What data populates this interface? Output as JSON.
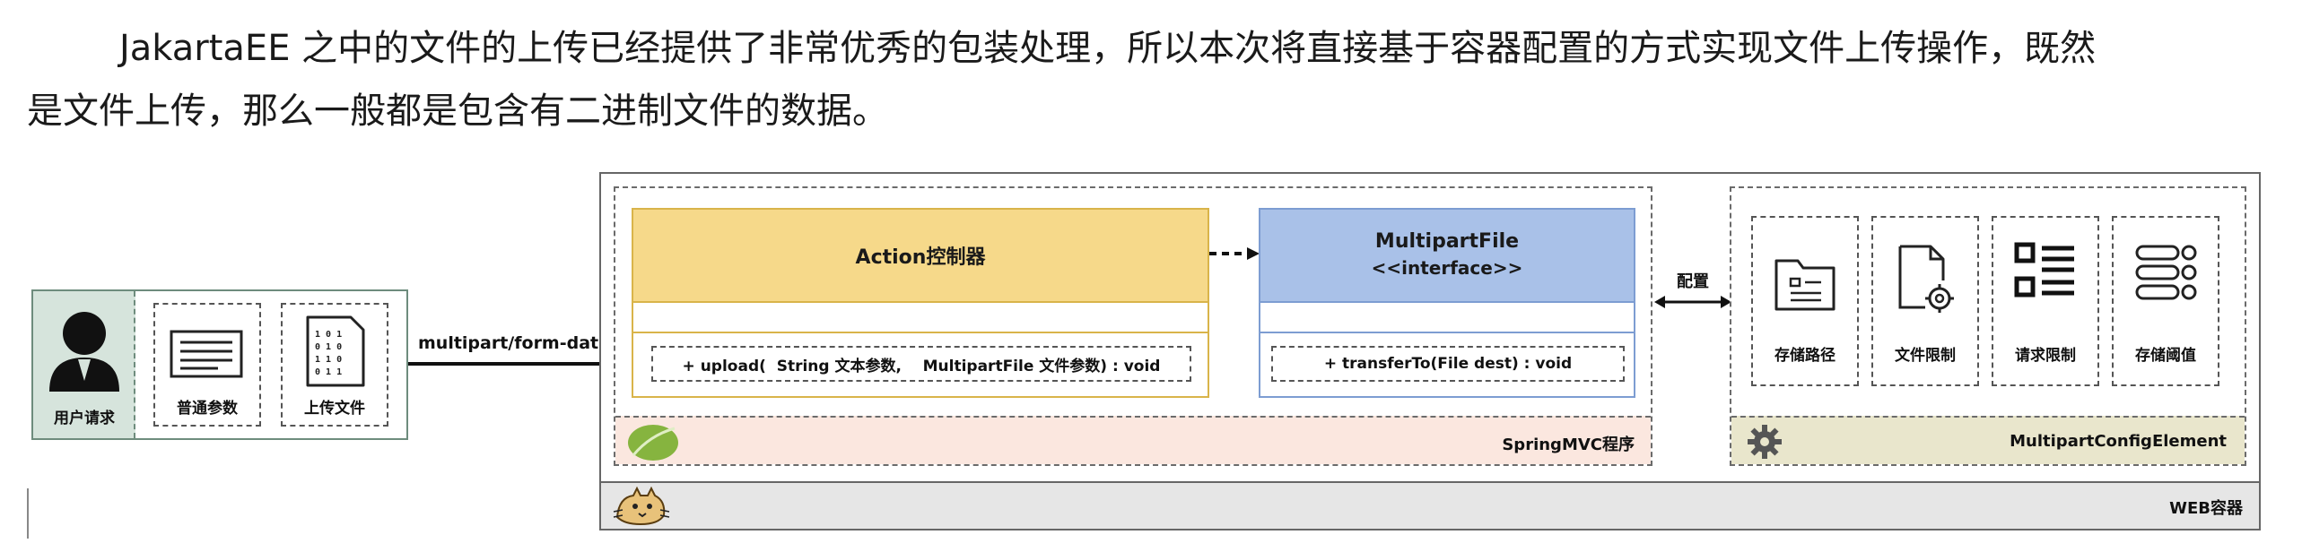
{
  "paragraph": {
    "line1": "JakartaEE 之中的文件的上传已经提供了非常优秀的包装处理，所以本次将直接基于容器配置的方式实现文件上传操作，既然",
    "line2": "是文件上传，那么一般都是包含有二进制文件的数据。"
  },
  "client": {
    "user_label": "用户请求",
    "param_label": "普通参数",
    "file_label": "上传文件"
  },
  "arrow_label": "multipart/form-data",
  "springmvc": {
    "label": "SpringMVC程序",
    "action": {
      "title": "Action控制器",
      "method": "+ upload(  String 文本参数,    MultipartFile 文件参数) : void"
    },
    "multipart": {
      "title": "MultipartFile",
      "stereotype": "<<interface>>",
      "method": "+ transferTo(File dest) : void"
    }
  },
  "config_label": "配置",
  "config_element": {
    "label": "MultipartConfigElement",
    "items": [
      {
        "label": "存储路径",
        "icon": "folder-document-icon"
      },
      {
        "label": "文件限制",
        "icon": "file-settings-icon"
      },
      {
        "label": "请求限制",
        "icon": "list-icon"
      },
      {
        "label": "存储阈值",
        "icon": "storage-threshold-icon"
      }
    ]
  },
  "web_container_label": "WEB容器",
  "colors": {
    "client_user_bg": "#d6e4dc",
    "client_border": "#6e8c7d",
    "action_header": "#f6d98a",
    "action_border": "#d9b44a",
    "multipart_header": "#a9c1e8",
    "multipart_border": "#7d9dd2",
    "springmvc_bg": "#fbe7df",
    "config_bg": "#e9e6cc",
    "web_bg": "#e6e6e6"
  }
}
